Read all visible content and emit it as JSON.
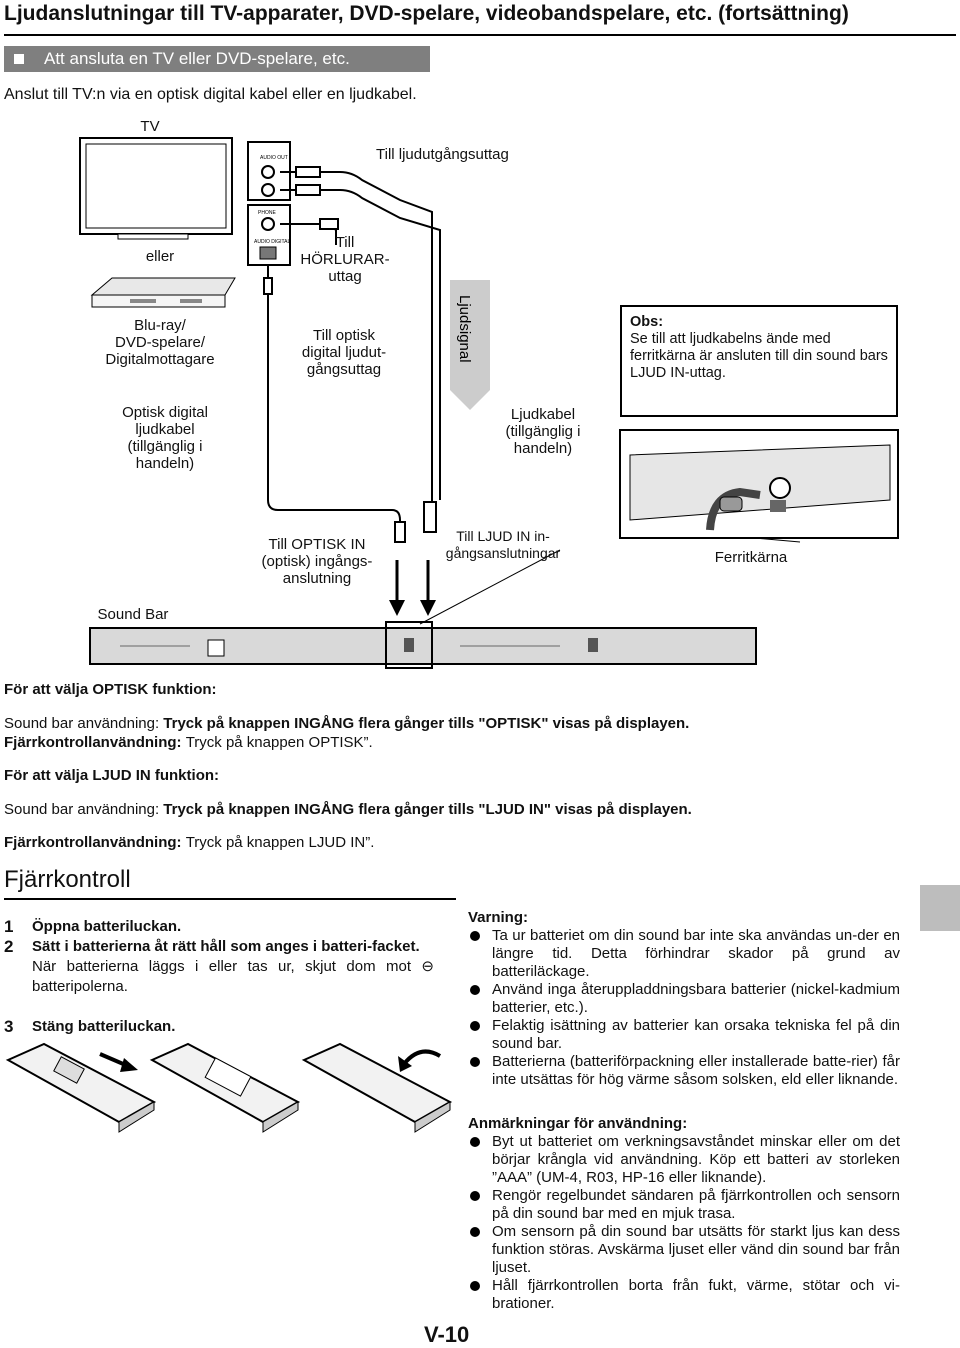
{
  "header": {
    "title": "Ljudanslutningar till TV-apparater, DVD-spelare, videobandspelare, etc. (fortsättning)"
  },
  "section": {
    "title": "Att ansluta en TV eller DVD-spelare, etc.",
    "intro": "Anslut till TV:n via en optisk digital kabel eller en ljudkabel."
  },
  "diagram": {
    "tv": "TV",
    "or": "eller",
    "player": [
      "Blu-ray/",
      "DVD-spelare/",
      "Digitalmottagare"
    ],
    "to_audio_out": "Till ljudutgångsuttag",
    "to_headphones": [
      "Till",
      "HÖRLURAR-",
      "uttag"
    ],
    "to_optical_out": [
      "Till optisk",
      "digital ljudut-",
      "gångsuttag"
    ],
    "audio_signal": "Ljudsignal",
    "optical_cable": [
      "Optisk digital",
      "ljudkabel",
      "(tillgänglig i",
      "handeln)"
    ],
    "audio_cable": [
      "Ljudkabel",
      "(tillgänglig i",
      "handeln)"
    ],
    "to_optical_in": [
      "Till OPTISK IN",
      "(optisk) ingångs-",
      "anslutning"
    ],
    "to_audio_in": [
      "Till LJUD IN in-",
      "gångsanslutningar"
    ],
    "ferrite": "Ferritkärna",
    "sound_bar": "Sound Bar",
    "jack_audio_out": "AUDIO OUT",
    "jack_phone": "PHONE",
    "jack_audio_digital": "AUDIO DIGITAL"
  },
  "note": {
    "title": "Obs:",
    "text": "Se till att ljudkabelns ände med ferritkärna är ansluten till din sound bars LJUD IN-uttag."
  },
  "optical_function": {
    "heading": "För att välja OPTISK funktion:",
    "soundbar_prefix": "Sound bar användning: ",
    "soundbar_text": "Tryck på knappen INGÅNG flera gånger tills \"OPTISK\" visas på displayen.",
    "remote_prefix": "Fjärrkontrollanvändning: ",
    "remote_text": "Tryck på knappen  OPTISK”."
  },
  "audio_in_function": {
    "heading": "För att välja LJUD IN funktion:",
    "soundbar_prefix": "Sound bar användning: ",
    "soundbar_text": "Tryck på knappen INGÅNG flera gånger tills \"LJUD IN\" visas på displayen.",
    "remote_prefix": "Fjärrkontrollanvändning: ",
    "remote_text": "Tryck på knappen  LJUD IN”."
  },
  "remote": {
    "title": "Fjärrkontroll",
    "steps": [
      {
        "num": "1",
        "text": "Öppna batteriluckan."
      },
      {
        "num": "2",
        "text": "Sätt i batterierna åt rätt håll som anges i batteri-facket.",
        "sub": "När batterierna läggs i eller tas ur, skjut dom mot ⊖ batteripolerna."
      },
      {
        "num": "3",
        "text": "Stäng batteriluckan."
      }
    ]
  },
  "warning": {
    "title": "Varning:",
    "items": [
      "Ta ur batteriet om din sound bar inte ska användas un-der en längre tid. Detta förhindrar skador på grund av batteriläckage.",
      "Använd inga återuppladdningsbara batterier (nickel-kadmium batterier, etc.).",
      "Felaktig isättning av batterier kan orsaka tekniska fel på din sound bar.",
      "Batterierna (batteriförpackning eller installerade batte-rier) får inte utsättas för hög värme såsom solsken, eld eller liknande."
    ]
  },
  "usage": {
    "title": "Anmärkningar för användning:",
    "items": [
      "Byt ut batteriet om verkningsavståndet minskar eller om det börjar krångla vid användning. Köp ett batteri av storleken ”AAA” (UM-4, R03, HP-16 eller liknande).",
      "Rengör regelbundet sändaren på fjärrkontrollen och sensorn på din sound bar med en mjuk trasa.",
      "Om sensorn på din sound bar utsätts för starkt ljus kan dess funktion störas. Avskärma ljuset eller vänd din sound bar från ljuset.",
      "Håll fjärrkontrollen borta från fukt, värme, stötar och vi-brationer."
    ]
  },
  "page": {
    "number": "V-10"
  },
  "colors": {
    "section_bar": "#7f7f7f",
    "side_tab": "#bdbdbd",
    "soundbar": "#d9d9d9"
  }
}
